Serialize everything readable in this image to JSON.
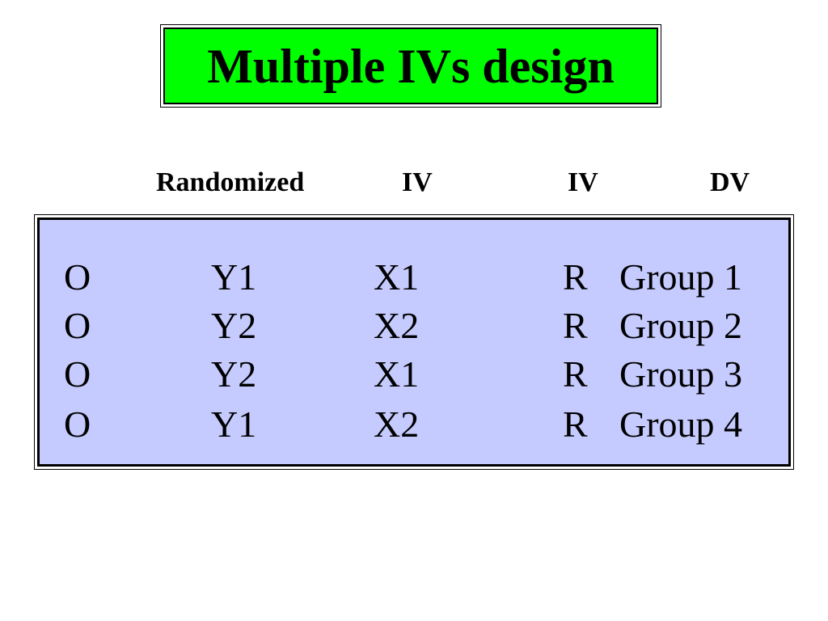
{
  "title": "Multiple IVs design",
  "headers": {
    "randomized": "Randomized",
    "iv1": "IV",
    "iv2": "IV",
    "dv": "DV"
  },
  "rows": [
    {
      "o": "O",
      "y": "Y1",
      "x": "X1",
      "r": "R",
      "group": "Group 1"
    },
    {
      "o": "O",
      "y": "Y2",
      "x": "X2",
      "r": "R",
      "group": "Group 2"
    },
    {
      "o": "O",
      "y": "Y2",
      "x": "X1",
      "r": "R",
      "group": "Group 3"
    },
    {
      "o": "O",
      "y": "Y1",
      "x": "X2",
      "r": "R",
      "group": "Group 4"
    }
  ],
  "colors": {
    "title_background": "#00ff00",
    "table_background": "#c5cbff"
  }
}
